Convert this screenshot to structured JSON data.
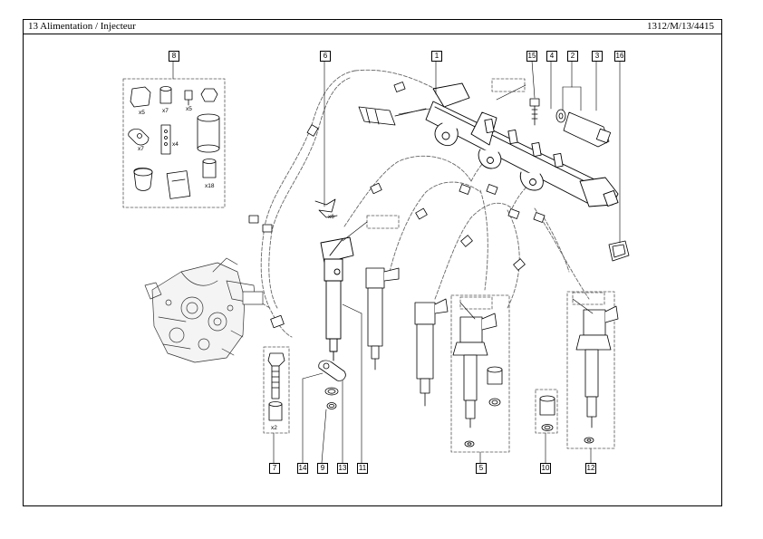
{
  "header": {
    "title": "13 Alimentation / Injecteur",
    "reference": "1312/M/13/4415"
  },
  "callouts": {
    "c1": "1",
    "c2": "2",
    "c3": "3",
    "c4": "4",
    "c5": "5",
    "c6": "6",
    "c7": "7",
    "c8": "8",
    "c9": "9",
    "c10": "10",
    "c11": "11",
    "c12": "12",
    "c13": "13",
    "c14": "14",
    "c15": "15",
    "c16": "16"
  },
  "kit_quantities": {
    "q_x5a": "x5",
    "q_x7a": "x7",
    "q_x5b": "x5",
    "q_x7b": "x7",
    "q_x4": "x4",
    "q_x18": "x18",
    "q_x6": "x6",
    "q_x2": "x2"
  }
}
